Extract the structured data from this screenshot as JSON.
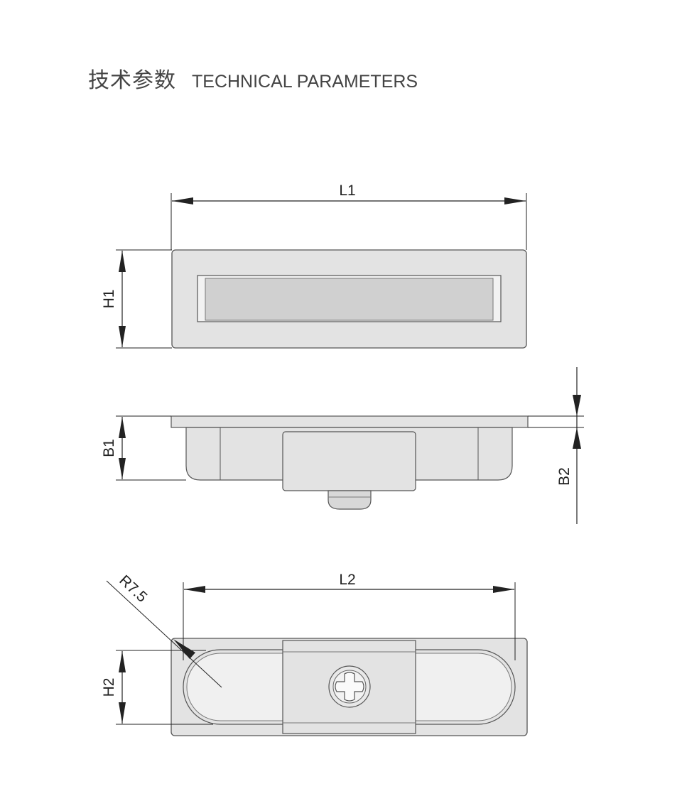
{
  "header": {
    "title_cn": "技术参数",
    "title_en": "TECHNICAL PARAMETERS"
  },
  "dimensions": {
    "L1": "L1",
    "H1": "H1",
    "B1": "B1",
    "B2": "B2",
    "L2": "L2",
    "H2": "H2",
    "R": "R7.5"
  },
  "colors": {
    "body_fill": "#e3e3e3",
    "window_fill": "#cfcfcf",
    "line": "#555555",
    "dim_line": "#222222"
  }
}
